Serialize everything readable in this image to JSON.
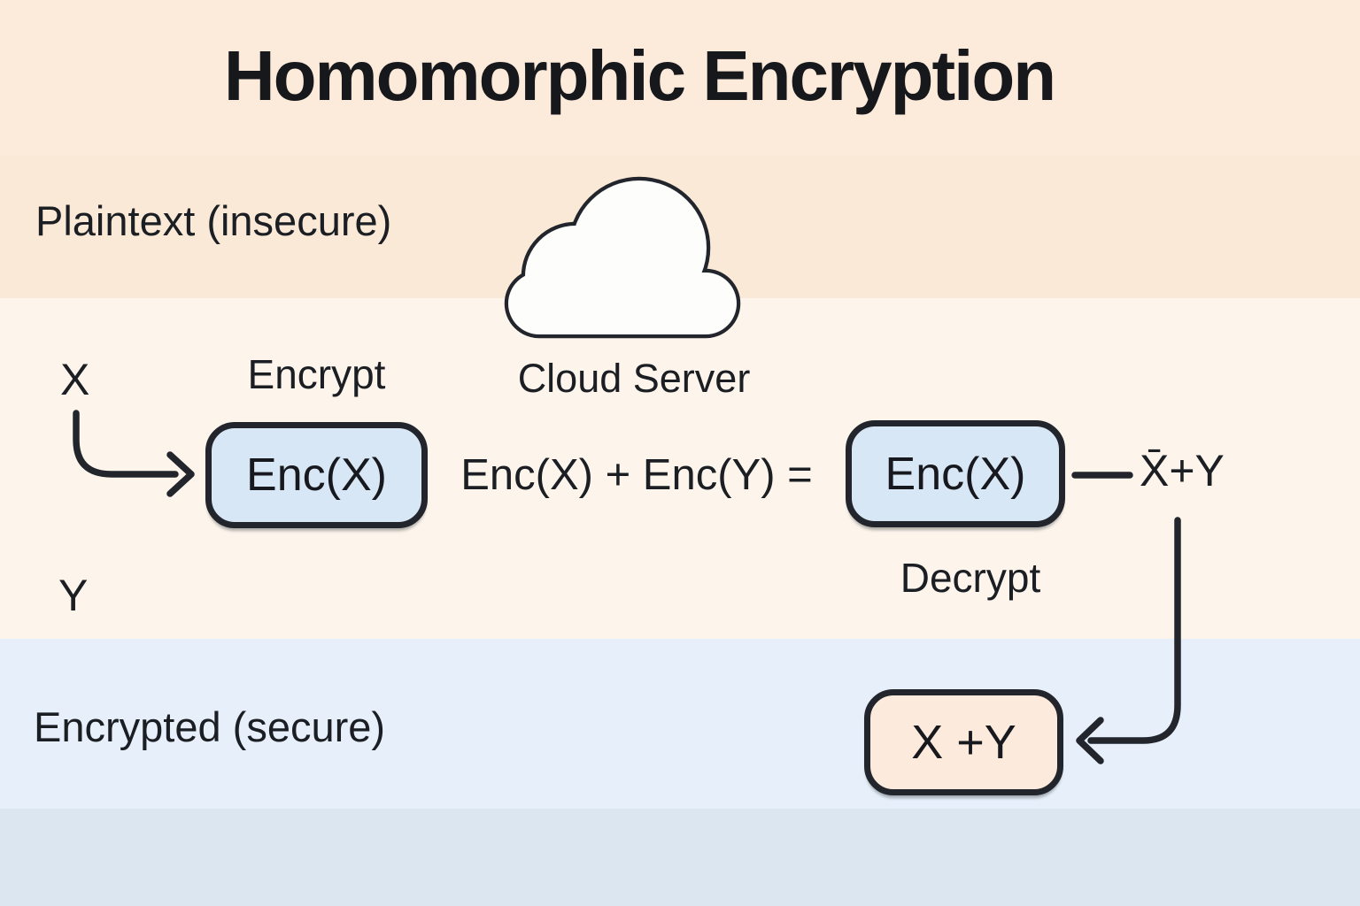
{
  "title": "Homomorphic Encryption",
  "lanes": {
    "plaintext_label": "Plaintext (insecure)",
    "encrypted_label": "Encrypted (secure)"
  },
  "cloud": {
    "label": "Cloud Server",
    "icon": "cloud-icon"
  },
  "flow": {
    "input_x": "X",
    "input_y": "Y",
    "encrypt_label": "Encrypt",
    "encrypted_x_left": "Enc(X)",
    "formula": "Enc(X) + Enc(Y) =",
    "encrypted_x_right": "Enc(X)",
    "decrypt_label": "Decrypt",
    "decrypted_result": "X̄+Y",
    "result_box_label": "X +Y"
  },
  "colors": {
    "band_title": "#fceadb",
    "band_plaintext": "#fbe9d8",
    "band_mid": "#fdf5ec",
    "band_encrypted": "#e6effa",
    "band_bottom": "#dce6f0",
    "box_blue": "#d8e7f5",
    "box_peach": "#fcebdc",
    "stroke": "#22262c",
    "text": "#1b1e23",
    "cloud_fill": "#fdfdfb"
  }
}
